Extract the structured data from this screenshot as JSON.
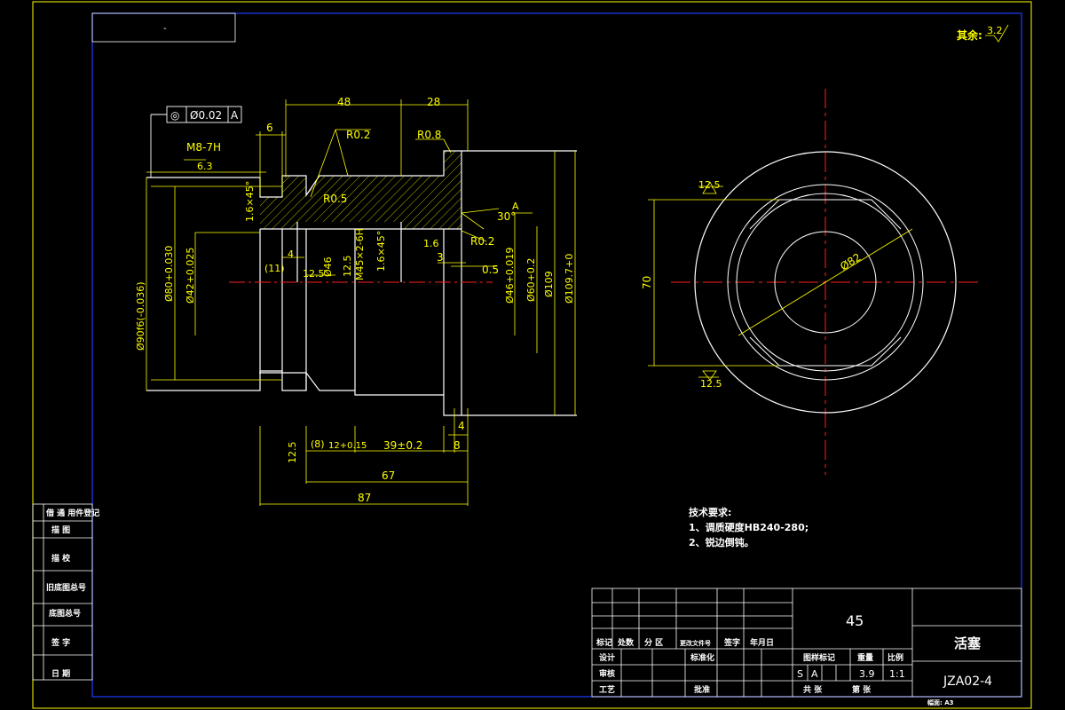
{
  "colors": {
    "background": "#000000",
    "geometry": "#ffffff",
    "dimension": "#ffff00",
    "centerline": "#ff0000",
    "frame": "#0000ff",
    "hatch": "#ffff00"
  },
  "top_left_box": {
    "text": "-"
  },
  "roughness_note": {
    "label": "其余:",
    "value": "3.2"
  },
  "gdt_frame": {
    "symbol": "◎",
    "tolerance": "Ø0.02",
    "datum": "A"
  },
  "section_view": {
    "dims": {
      "d48": "48",
      "d28": "28",
      "d6": "6",
      "thread_callout": "M8-7H",
      "thread_finish": "6.3",
      "r02_top": "R0.2",
      "r08": "R0.8",
      "r05": "R0.5",
      "chamfer_left": "1.6×45°",
      "angle30": "30°",
      "datum_a": "A",
      "finish16": "1.6",
      "r02_right": "R0.2",
      "d4": "4",
      "d11": "(11)",
      "finish125a": "12.5",
      "phi46": "Ø46",
      "finish125b": "12.5",
      "thread_mid": "M45×2-6H",
      "chamfer_mid": "1.6×45°",
      "d3": "3",
      "d05": "0.5",
      "phi90": "Ø90f6(-0.036)",
      "phi80": "Ø80+0.030",
      "phi42": "Ø42+0.025",
      "phi46r": "Ø46+0.019",
      "phi60": "Ø60+0.2",
      "phi109": "Ø109",
      "phi1097": "Ø109.7+0",
      "finish125c": "12.5",
      "d8p": "(8)",
      "d12": "12+0.15",
      "d39": "39±0.2",
      "d8": "8",
      "d4b": "4",
      "d67": "67",
      "d87": "87"
    }
  },
  "end_view": {
    "finish_top": "12.5",
    "d70": "70",
    "phi82": "Ø82",
    "finish_bottom": "12.5"
  },
  "tech_requirements": {
    "title": "技术要求:",
    "items": [
      "1、调质硬度HB240-280;",
      "2、锐边倒钝。"
    ]
  },
  "left_strip": [
    "借 通 用件登记",
    "描 图",
    "描 校",
    "旧底图总号",
    "底图总号",
    "签 字",
    "日 期"
  ],
  "title_block": {
    "material": "45",
    "part_name": "活塞",
    "drawing_no": "JZA02-4",
    "header_labels": [
      "标记",
      "处数",
      "分 区",
      "更改文件号",
      "签字",
      "年月日"
    ],
    "row_labels": [
      "设计",
      "审核",
      "工艺"
    ],
    "mid_labels": [
      "标准化",
      "批准"
    ],
    "stage_label": "图样标记",
    "weight_label": "重量",
    "scale_label": "比例",
    "stage_values": [
      "S",
      "A"
    ],
    "weight": "3.9",
    "scale": "1:1",
    "sheets_label": "共 张",
    "sheet_label": "第 张",
    "footer_note": "幅面: A3"
  }
}
